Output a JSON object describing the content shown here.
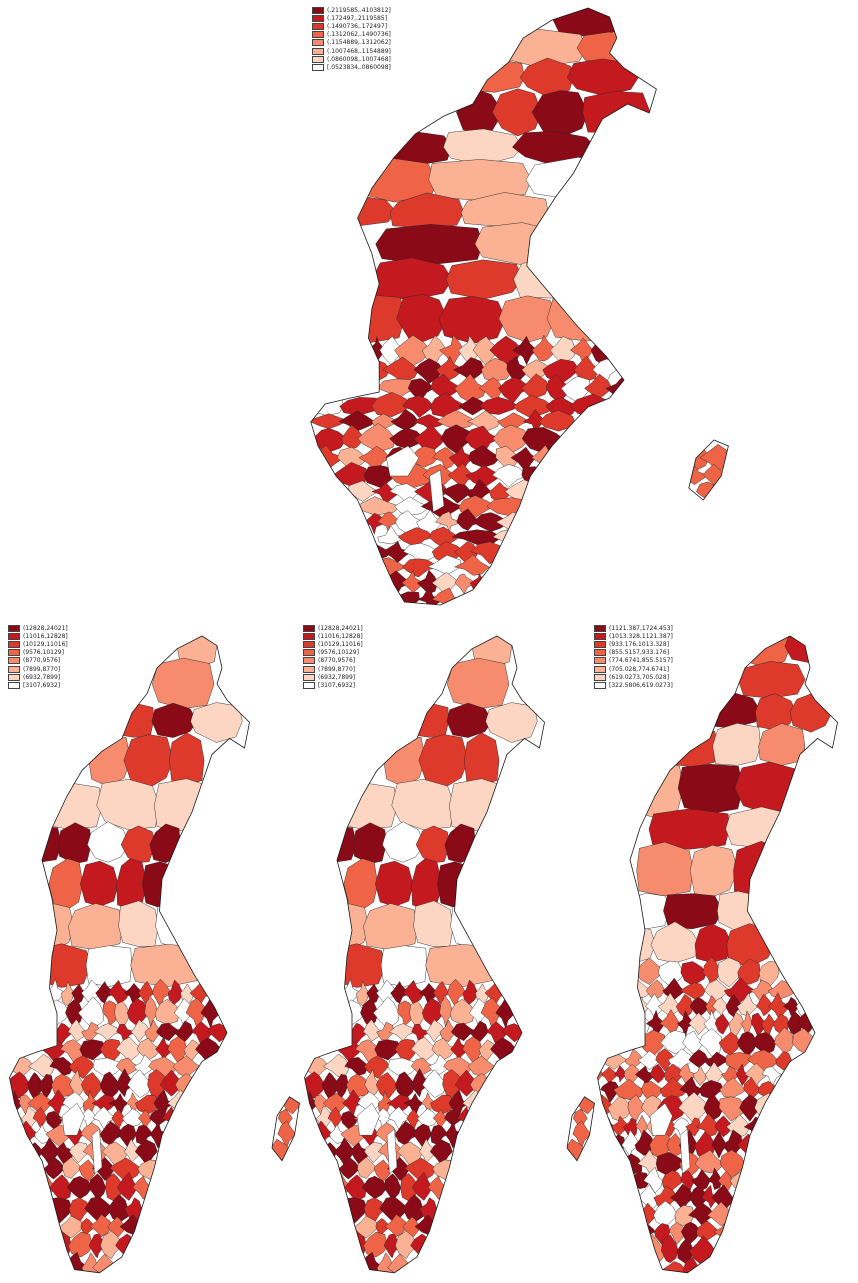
{
  "maps": [
    {
      "id": "top",
      "legend": {
        "colors": [
          "#8a0a17",
          "#c41a1f",
          "#dd3a2c",
          "#ef6446",
          "#f68c6d",
          "#fbb193",
          "#fdd5c3",
          "#ffffff"
        ],
        "labels": [
          "(.2119585,.4103812]",
          "(.172497,.2119585]",
          "(.1490736,.172497]",
          "(.1312062,.1490736]",
          "(.1154889,.1312062]",
          "(.1007468,.1154889]",
          "(.0860098,.1007468]",
          "[.0523834,.0860098]"
        ]
      }
    },
    {
      "id": "bottom-left",
      "legend": {
        "colors": [
          "#8a0a17",
          "#c41a1f",
          "#dd3a2c",
          "#ef6446",
          "#f68c6d",
          "#fbb193",
          "#fdd5c3",
          "#ffffff"
        ],
        "labels": [
          "(12828,24021]",
          "(11016,12828]",
          "(10129,11016]",
          "(9576,10129]",
          "(8770,9576]",
          "(7899,8770]",
          "(6932,7899]",
          "[3107,6932]"
        ]
      }
    },
    {
      "id": "bottom-middle",
      "legend": {
        "colors": [
          "#8a0a17",
          "#c41a1f",
          "#dd3a2c",
          "#ef6446",
          "#f68c6d",
          "#fbb193",
          "#fdd5c3",
          "#ffffff"
        ],
        "labels": [
          "(12828,24021]",
          "(11016,12828]",
          "(10129,11016]",
          "(9576,10129]",
          "(8770,9576]",
          "(7899,8770]",
          "(6932,7899]",
          "[3107,6932]"
        ]
      }
    },
    {
      "id": "bottom-right",
      "legend": {
        "colors": [
          "#8a0a17",
          "#c41a1f",
          "#dd3a2c",
          "#ef6446",
          "#f68c6d",
          "#fbb193",
          "#fdd5c3",
          "#ffffff"
        ],
        "labels": [
          "(1121.387,1724.453]",
          "(1013.328,1121.387]",
          "(933.176,1013.328]",
          "(855.5157,933.176]",
          "(774.6741,855.5157]",
          "(705.028,774.6741]",
          "(619.0273,705.028]",
          "[322.5806,619.0273]"
        ]
      }
    }
  ]
}
